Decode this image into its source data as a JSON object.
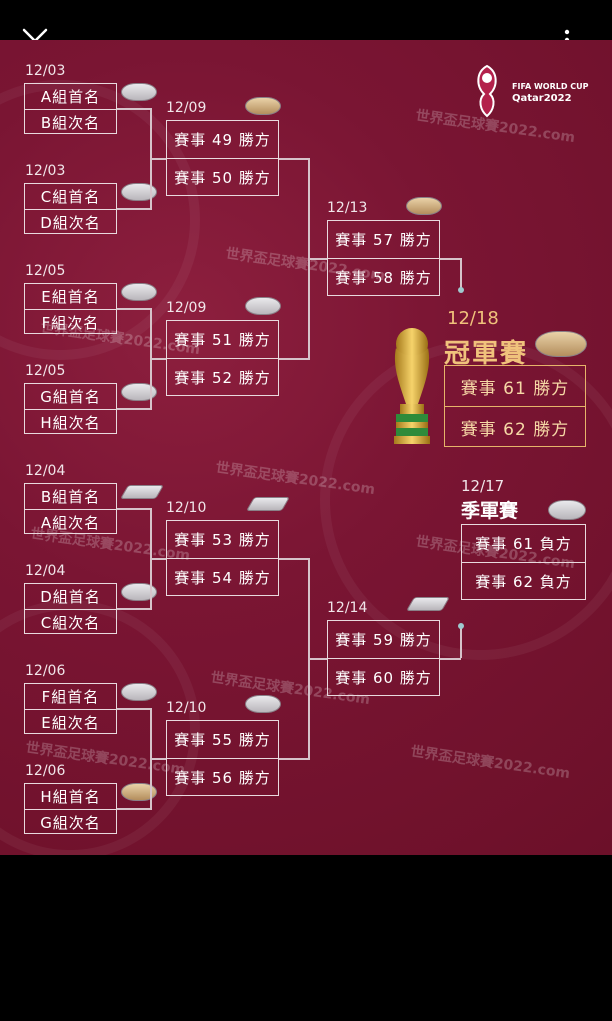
{
  "poster": {
    "logo": {
      "line1": "FIFA WORLD CUP",
      "line2": "Qatar2022"
    },
    "watermark": "世界盃足球賽2022.com",
    "round16": [
      {
        "date": "12/03",
        "top": "A組首名",
        "bottom": "B組次名"
      },
      {
        "date": "12/03",
        "top": "C組首名",
        "bottom": "D組次名"
      },
      {
        "date": "12/05",
        "top": "E組首名",
        "bottom": "F組次名"
      },
      {
        "date": "12/05",
        "top": "G組首名",
        "bottom": "H組次名"
      },
      {
        "date": "12/04",
        "top": "B組首名",
        "bottom": "A組次名"
      },
      {
        "date": "12/04",
        "top": "D組首名",
        "bottom": "C組次名"
      },
      {
        "date": "12/06",
        "top": "F組首名",
        "bottom": "E組次名"
      },
      {
        "date": "12/06",
        "top": "H組首名",
        "bottom": "G組次名"
      }
    ],
    "quarters": [
      {
        "date": "12/09",
        "top": "賽事 49 勝方",
        "bottom": "賽事 50 勝方"
      },
      {
        "date": "12/09",
        "top": "賽事 51 勝方",
        "bottom": "賽事 52 勝方"
      },
      {
        "date": "12/10",
        "top": "賽事 53 勝方",
        "bottom": "賽事 54 勝方"
      },
      {
        "date": "12/10",
        "top": "賽事 55 勝方",
        "bottom": "賽事 56 勝方"
      }
    ],
    "semis": [
      {
        "date": "12/13",
        "top": "賽事 57 勝方",
        "bottom": "賽事 58 勝方"
      },
      {
        "date": "12/14",
        "top": "賽事 59 勝方",
        "bottom": "賽事 60 勝方"
      }
    ],
    "final": {
      "date": "12/18",
      "title": "冠軍賽",
      "top": "賽事 61 勝方",
      "bottom": "賽事 62 勝方"
    },
    "third": {
      "date": "12/17",
      "title": "季軍賽",
      "top": "賽事 61 負方",
      "bottom": "賽事 62 負方"
    }
  },
  "icons": {
    "close": "close-icon",
    "more": "more-vertical-icon",
    "trophy": "world-cup-trophy-icon",
    "stadium": "stadium-icon"
  },
  "colors": {
    "background": "#7a1533",
    "gold": "#f0c27c",
    "box_border": "#e9d9de"
  }
}
